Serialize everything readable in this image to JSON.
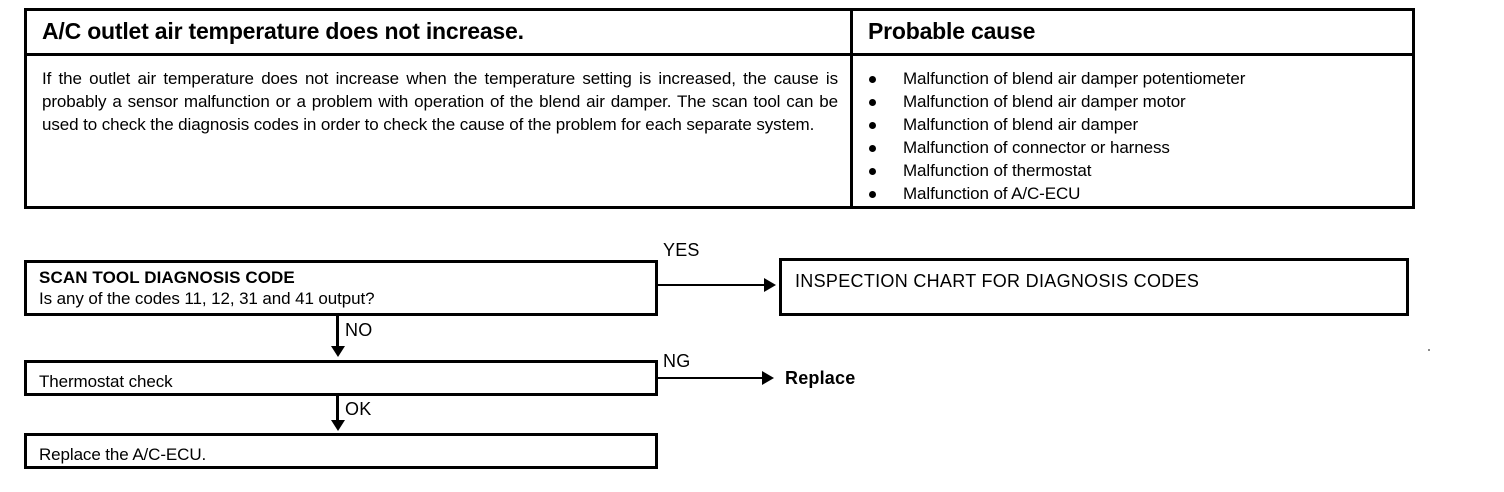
{
  "table": {
    "headers": {
      "symptom": "A/C outlet air temperature does not increase.",
      "cause": "Probable cause"
    },
    "description": "If the outlet air temperature does not increase when the temperature setting is increased, the cause is probably a sensor malfunction or a problem with operation of the blend air damper. The scan tool can be used to check the diagnosis codes in order to check the cause of the problem for each separate system.",
    "causes": [
      "Malfunction of blend air damper potentiometer",
      "Malfunction of blend air damper motor",
      "Malfunction of blend air damper",
      "Malfunction of connector or harness",
      "Malfunction of thermostat",
      "Malfunction of A/C-ECU"
    ]
  },
  "flowchart": {
    "scan_step": {
      "title": "SCAN TOOL DIAGNOSIS CODE",
      "question": "Is any of the codes 11, 12, 31 and 41 output?"
    },
    "inspection_chart": "INSPECTION CHART FOR DIAGNOSIS CODES",
    "thermostat_step": "Thermostat check",
    "replace_ecu_step": "Replace the A/C-ECU.",
    "replace_terminal": "Replace",
    "branches": {
      "yes": "YES",
      "no": "NO",
      "ng": "NG",
      "ok": "OK"
    }
  },
  "colors": {
    "ink": "#000000",
    "paper": "#ffffff"
  }
}
